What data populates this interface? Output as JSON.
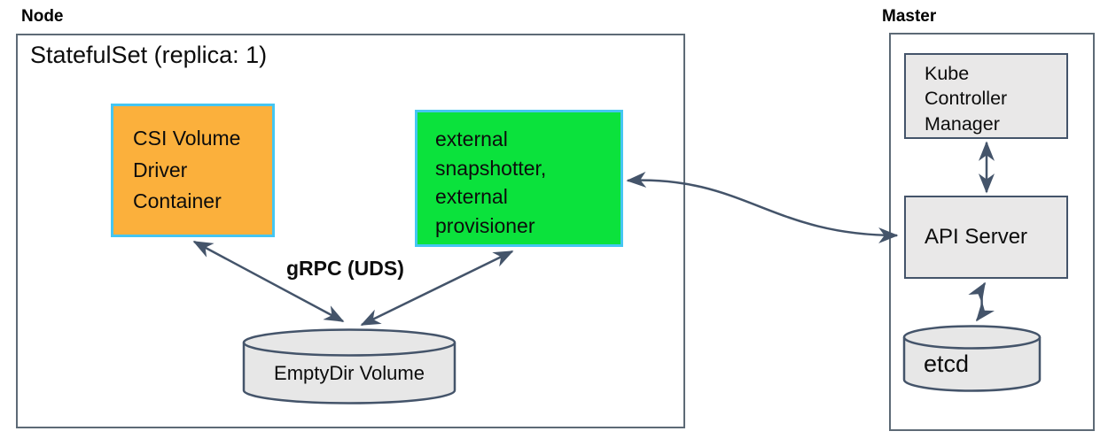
{
  "node_section": {
    "label": "Node",
    "statefulset_title": "StatefulSet (replica: 1)",
    "csi_driver_box": "CSI Volume\nDriver\nContainer",
    "sidecar_box": "external\nsnapshotter,\nexternal\nprovisioner",
    "grpc_label": "gRPC (UDS)",
    "emptydir_label": "EmptyDir Volume"
  },
  "master_section": {
    "label": "Master",
    "kube_controller_manager": "Kube\nController\nManager",
    "api_server": "API Server",
    "etcd": "etcd"
  },
  "connections": [
    {
      "from": "CSI Volume Driver Container",
      "to": "EmptyDir Volume",
      "style": "double-arrow",
      "label": "gRPC (UDS)"
    },
    {
      "from": "external snapshotter, external provisioner",
      "to": "EmptyDir Volume",
      "style": "double-arrow",
      "label": "gRPC (UDS)"
    },
    {
      "from": "external snapshotter, external provisioner",
      "to": "API Server",
      "style": "double-arrow"
    },
    {
      "from": "Kube Controller Manager",
      "to": "API Server",
      "style": "double-arrow"
    },
    {
      "from": "API Server",
      "to": "etcd",
      "style": "double-arrow"
    }
  ],
  "colors": {
    "csi_box_fill": "#FBB03C",
    "sidecar_box_fill": "#0BE23C",
    "colored_box_border": "#45C6F2",
    "gray_box_fill": "#E9E8E8",
    "cylinder_fill": "#E7E7E7",
    "arrow_and_inner_border": "#44546A",
    "outer_border": "#5d6a76"
  }
}
